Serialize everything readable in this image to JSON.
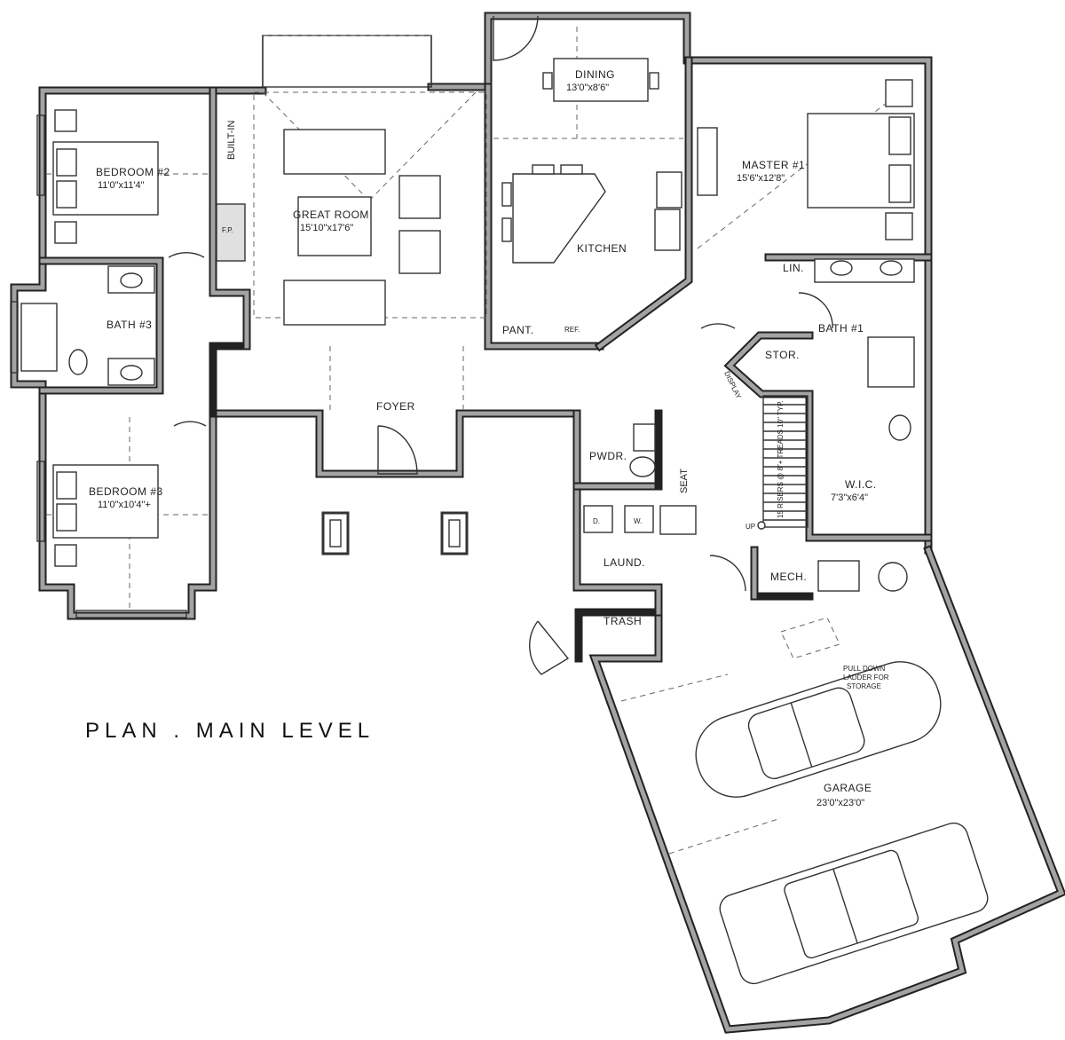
{
  "plan_title": "PLAN . MAIN LEVEL",
  "rooms": {
    "bedroom2": {
      "name": "BEDROOM #2",
      "size": "11'0\"x11'4\""
    },
    "bedroom3": {
      "name": "BEDROOM #3",
      "size": "11'0\"x10'4\"+"
    },
    "bath3": {
      "name": "BATH #3"
    },
    "great_room": {
      "name": "GREAT ROOM",
      "size": "15'10\"x17'6\""
    },
    "dining": {
      "name": "DINING",
      "size": "13'0\"x8'6\""
    },
    "kitchen": {
      "name": "KITCHEN"
    },
    "master": {
      "name": "MASTER #1",
      "size": "15'6\"x12'8\""
    },
    "bath1": {
      "name": "BATH #1"
    },
    "foyer": {
      "name": "FOYER"
    },
    "pwdr": {
      "name": "PWDR."
    },
    "laund": {
      "name": "LAUND."
    },
    "trash": {
      "name": "TRASH"
    },
    "stor": {
      "name": "STOR."
    },
    "lin": {
      "name": "LIN."
    },
    "wic": {
      "name": "W.I.C.",
      "size": "7'3\"x6'4\""
    },
    "mech": {
      "name": "MECH."
    },
    "pant": {
      "name": "PANT."
    },
    "garage": {
      "name": "GARAGE",
      "size": "23'0\"x23'0\""
    }
  },
  "labels": {
    "built_in": "BUILT-IN",
    "fp": "F.P.",
    "ref": "REF.",
    "seat": "SEAT",
    "dryer": "D.",
    "washer": "W.",
    "display": "DISPLAY",
    "stairs": "15 RISERS @ 8\"+ TREADS 10\" TYP.",
    "up": "UP",
    "pull_down_1": "PULL DOWN",
    "pull_down_2": "LADDER FOR",
    "pull_down_3": "STORAGE"
  }
}
